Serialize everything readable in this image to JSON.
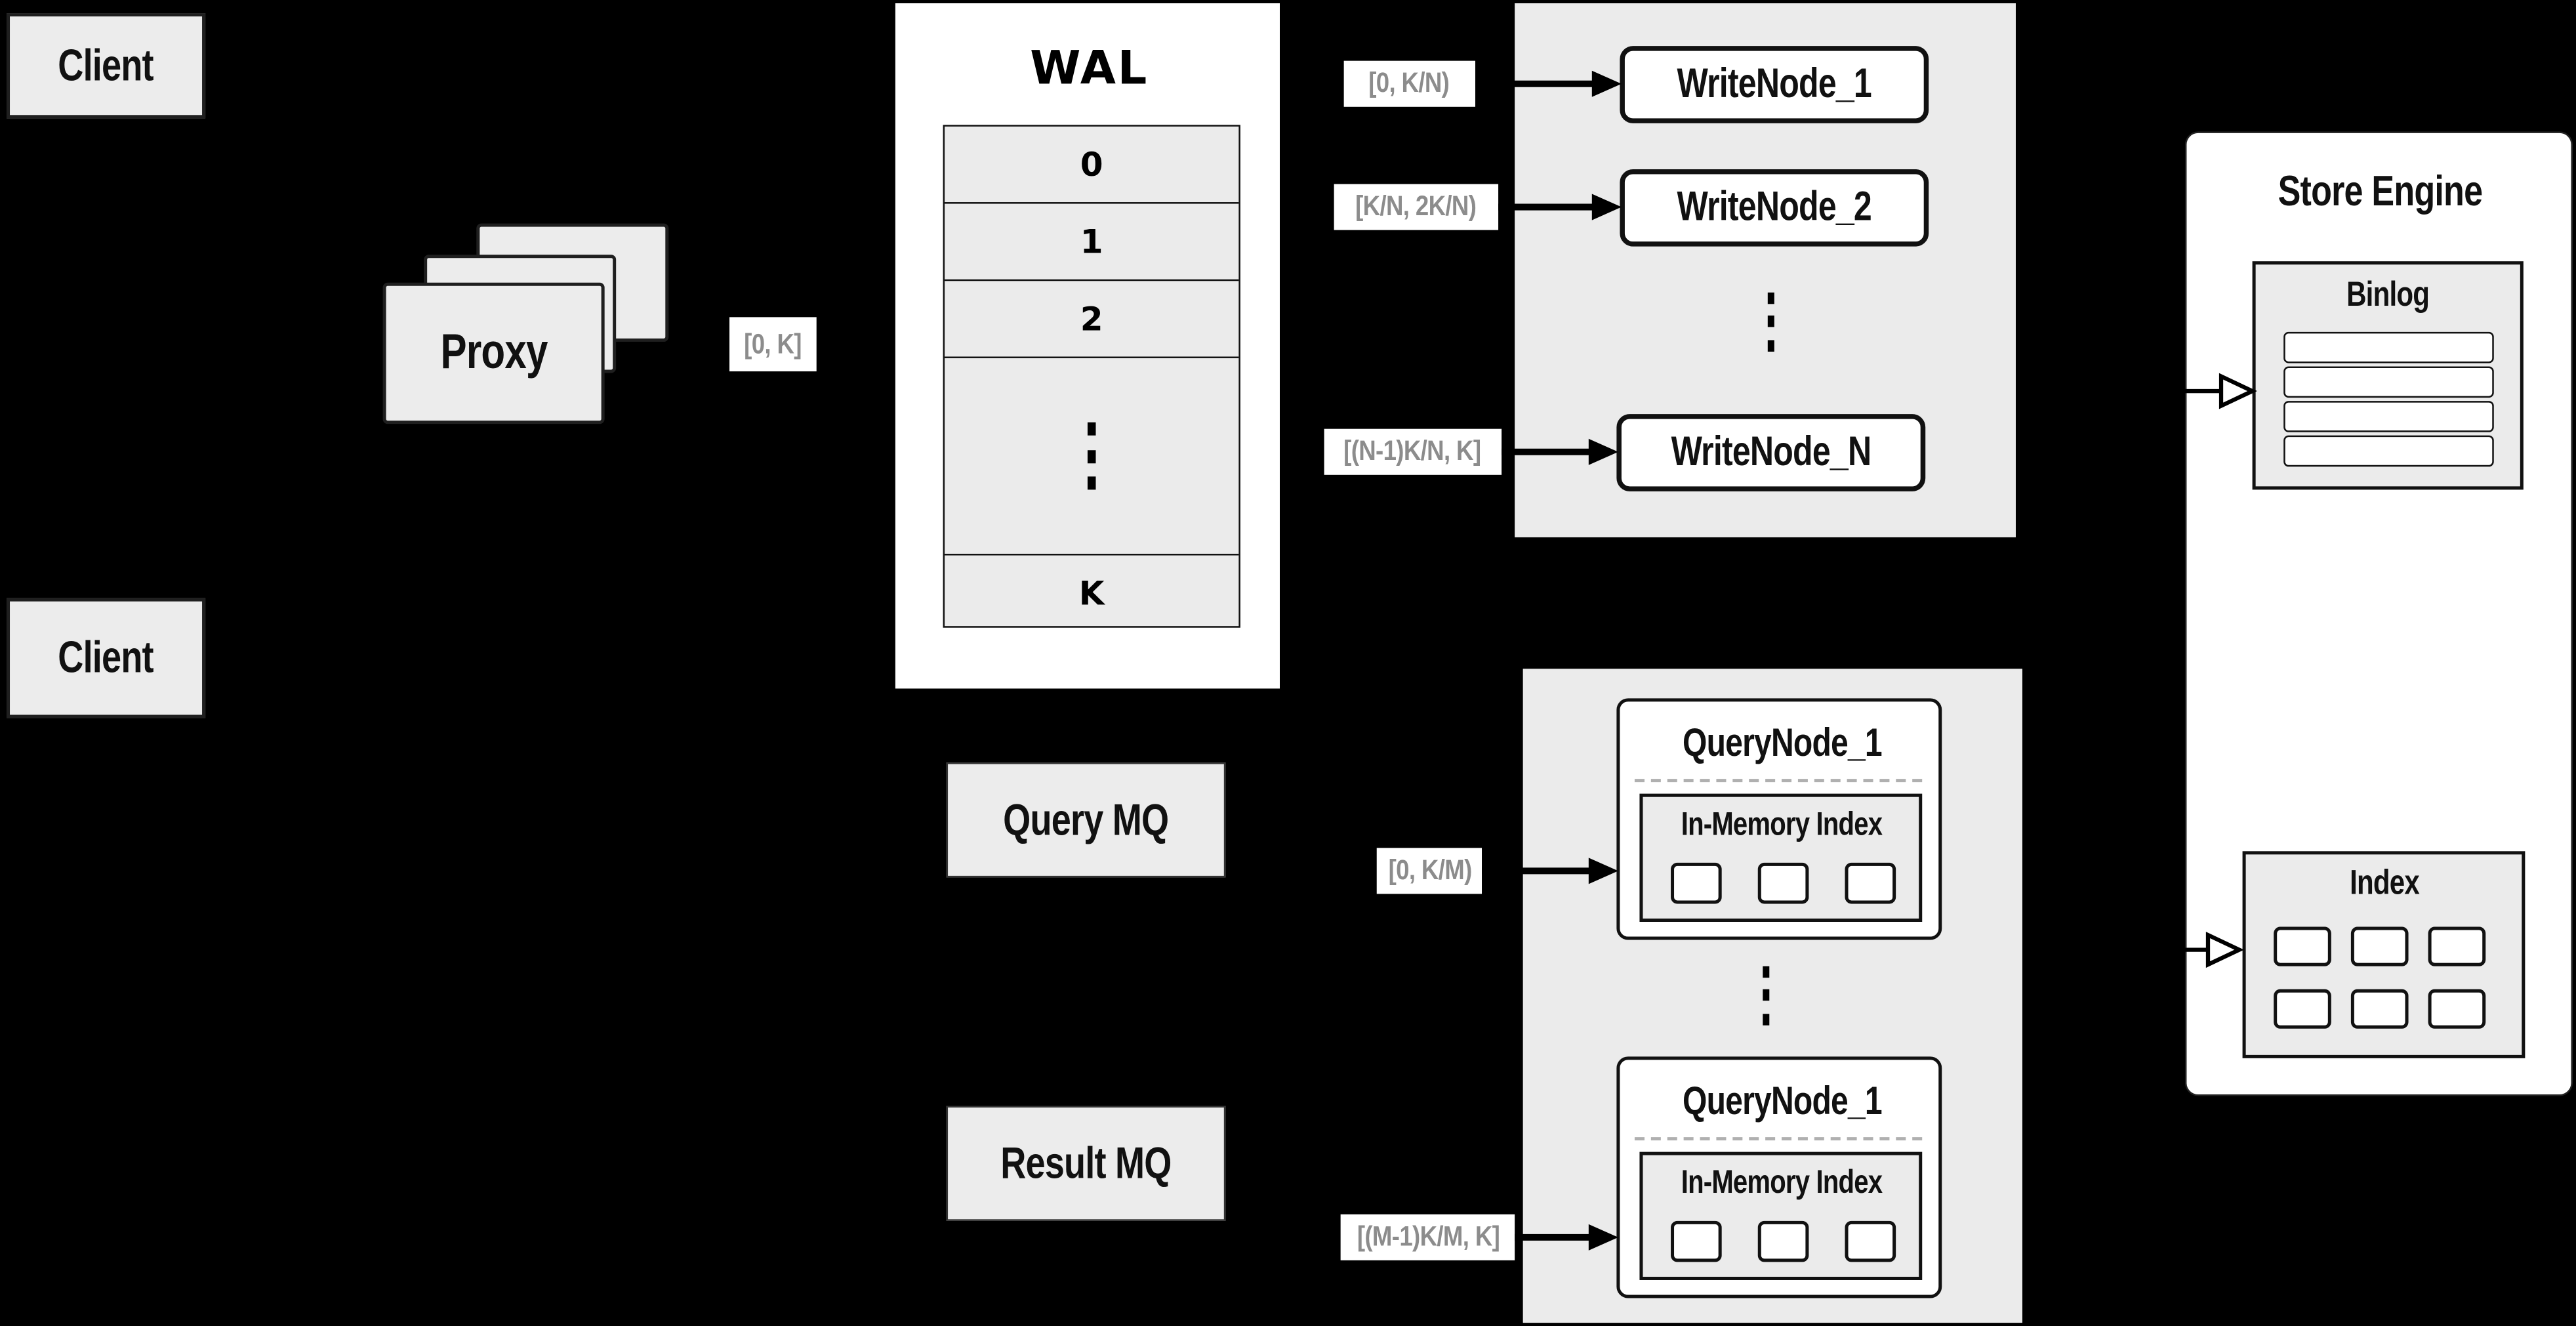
{
  "colors": {
    "background": "#000000",
    "panel_gray": "#ebebeb",
    "box_gray": "#ececec",
    "white": "#ffffff",
    "border_dark": "#1a1a1a",
    "range_label_text": "#8c8c8c",
    "arrow": "#000000",
    "dashed_divider": "#b0b0b0"
  },
  "clients": {
    "top": "Client",
    "bottom": "Client"
  },
  "proxy": {
    "label": "Proxy",
    "stack_count": 3
  },
  "range_labels": {
    "proxy": "[0, K]",
    "write": [
      "[0, K/N)",
      "[K/N, 2K/N)",
      "[(N-1)K/N, K]"
    ],
    "query": [
      "[0, K/M)",
      "[(M-1)K/M, K]"
    ]
  },
  "wal": {
    "title": "WAL",
    "segments": [
      "0",
      "1",
      "2"
    ],
    "last_segment": "K",
    "has_ellipsis": true
  },
  "write_nodes": [
    "WriteNode_1",
    "WriteNode_2",
    "WriteNode_N"
  ],
  "query_nodes": [
    {
      "title": "QueryNode_1",
      "memory_label": "In-Memory Index",
      "cell_count": 3
    },
    {
      "title": "QueryNode_1",
      "memory_label": "In-Memory Index",
      "cell_count": 3
    }
  ],
  "message_queues": {
    "query": "Query MQ",
    "result": "Result MQ"
  },
  "store_engine": {
    "title": "Store Engine",
    "binlog": {
      "title": "Binlog",
      "row_count": 4
    },
    "index": {
      "title": "Index",
      "cell_count": 6
    }
  }
}
